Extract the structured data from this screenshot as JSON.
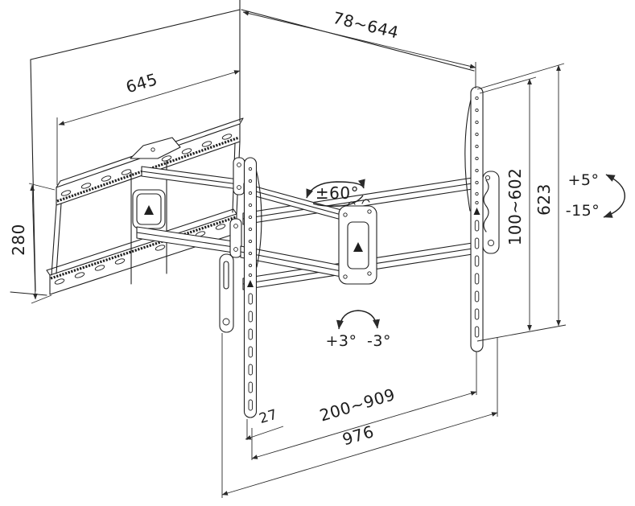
{
  "drawing": {
    "title": "Full-motion TV wall mount dimensional diagram",
    "dimensions": {
      "depth_range": "78~644",
      "wall_plate_width": "645",
      "wall_plate_height": "280",
      "vesa_height_range": "100~602",
      "bracket_height": "623",
      "tilt_up": "+5°",
      "tilt_down": "-15°",
      "swivel": "±60°",
      "level_plus": "+3°",
      "level_minus": "-3°",
      "rail_offset": "27",
      "vesa_width_range": "200~909",
      "overall_width": "976"
    },
    "line_color": "#1f1f1f",
    "background_color": "#ffffff"
  }
}
